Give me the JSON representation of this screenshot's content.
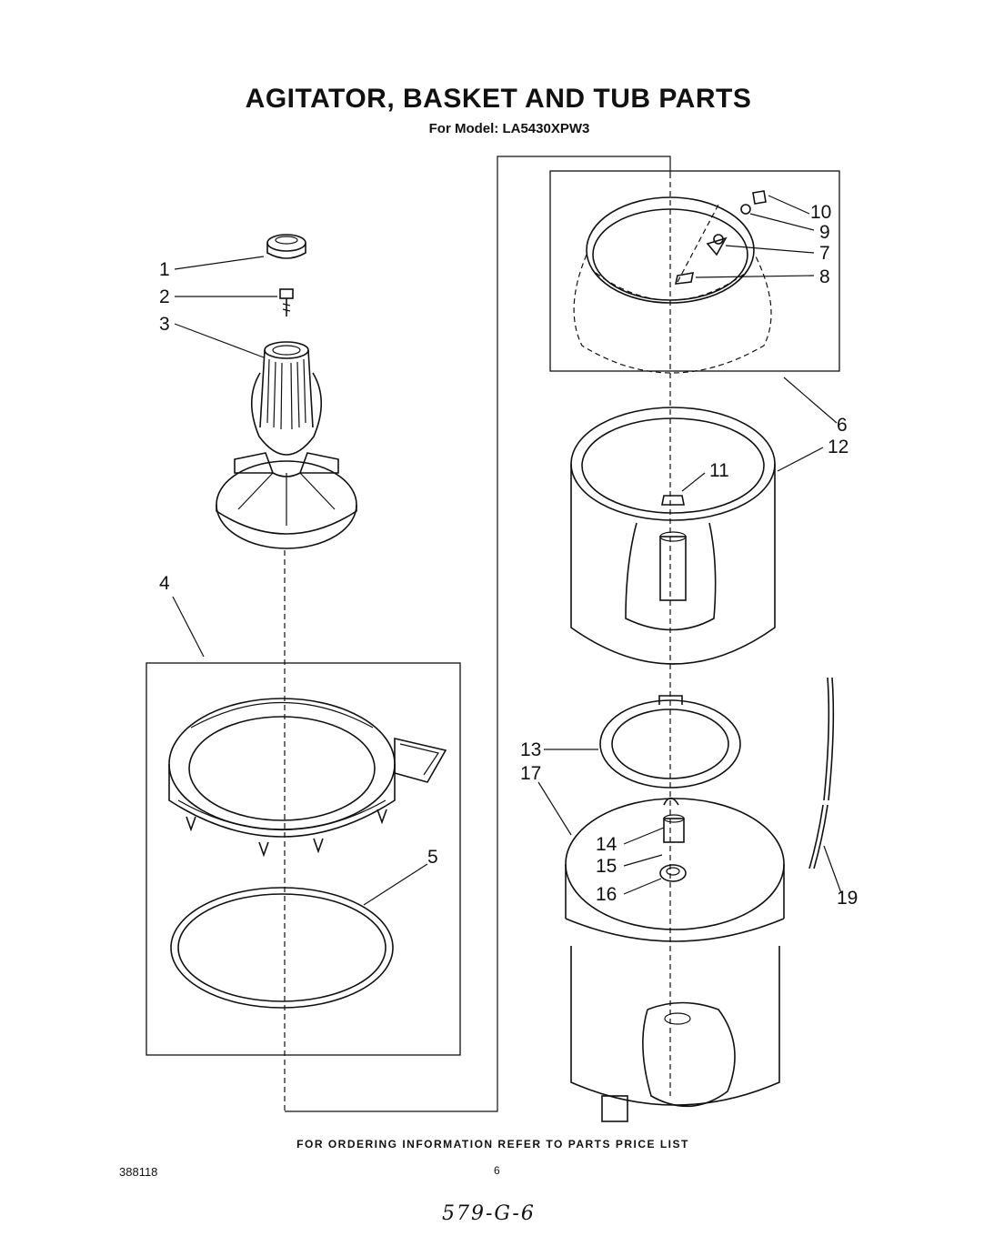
{
  "header": {
    "title": "AGITATOR, BASKET AND TUB PARTS",
    "subtitle": "For Model: LA5430XPW3"
  },
  "callouts": [
    "1",
    "2",
    "3",
    "4",
    "5",
    "6",
    "7",
    "8",
    "9",
    "10",
    "11",
    "12",
    "13",
    "14",
    "15",
    "16",
    "17",
    "19"
  ],
  "footer": {
    "ordering_note": "FOR ORDERING INFORMATION REFER TO PARTS PRICE LIST",
    "doc_number": "388118",
    "page_number": "6",
    "handwritten_note": "579-G-6"
  }
}
